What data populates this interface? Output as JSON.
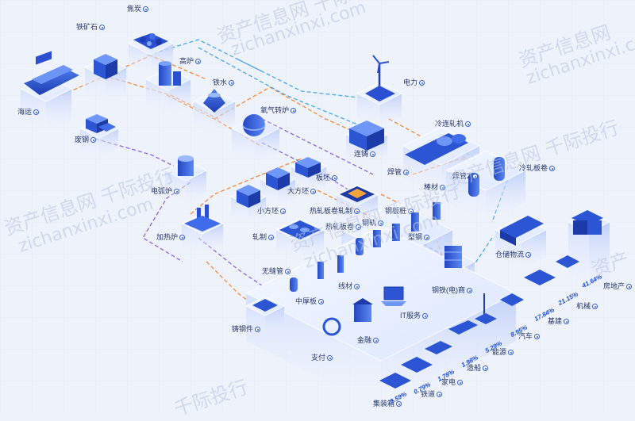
{
  "nodes": {
    "jiaotan": "焦炭",
    "tiekuangshi": "铁矿石",
    "gaolu": "高炉",
    "haiyun": "海运",
    "tieshui": "铁水",
    "yangqi": "氧气转炉",
    "feigang": "废钢",
    "dianli": "电力",
    "lengliangzha": "冷连轧机",
    "lianzhu": "连铸",
    "dianhulu": "电弧炉",
    "banpi": "板坯",
    "hanguan": "焊管",
    "hanguan2": "焊管2",
    "lengzhabanjuan": "冷轧板卷",
    "bangcai": "棒材",
    "dafangpi": "大方坯",
    "xiaofangpi": "小方坯",
    "rezhabanjuanzha": "热轧板卷轧制",
    "gangbanzhuang": "钢板桩",
    "jiareilu": "加热炉",
    "rezhabanjuan": "热轧板卷",
    "gangui": "钢轨",
    "zhazhi": "轧制",
    "xinggang": "型钢",
    "cangchu": "仓储物流",
    "wufengguan": "无缝管",
    "xiancai": "线材",
    "gangtieshang": "钢铁(电)商",
    "zhonghouban": "中厚板",
    "zhugangjian": "铸钢件",
    "it": "IT服务",
    "jinrong": "金融",
    "zhifu": "支付",
    "fangdichan": "房地产",
    "jixie": "机械",
    "jijian": "基建",
    "qiche": "汽车",
    "nengyuan": "能源",
    "zaochuan": "造船",
    "jiadian": "家电",
    "tiedao": "铁道",
    "jizhuangxiang": "集装箱"
  },
  "shares": {
    "fangdichan": "41.64%",
    "jixie": "21.15%",
    "jijian": "17.84%",
    "qiche": "8.95%",
    "nengyuan": "5.29%",
    "zaochuan": "1.98%",
    "jiadian": "1.78%",
    "tiedao": "0.79%",
    "jizhuangxiang": "0.59%"
  },
  "watermarks": {
    "w1": "资产信息网 千际",
    "w2": "zichanxinxi.com",
    "w3": "资产信息网",
    "w4": "zichanxinxi.com",
    "w5": "资产信息网 千际投行",
    "w6": "zichanxinxi.com",
    "w7": "资产信息网 千际投行",
    "w8": "zichanxinxi.com",
    "w9": "资产",
    "w10": "千际投行",
    "w11": "资产信息网 千际投行"
  },
  "colors": {
    "flow_orange": "#f08a3c",
    "flow_purple": "#8a6ad8",
    "flow_blue": "#4aa8ea",
    "platform_top": "#e8f0ff",
    "platform_side": "#c9d8fb",
    "icon_blue": "#2f5bd8",
    "icon_dark": "#1a3aa8",
    "pct_blue": "#1f4fd6"
  }
}
